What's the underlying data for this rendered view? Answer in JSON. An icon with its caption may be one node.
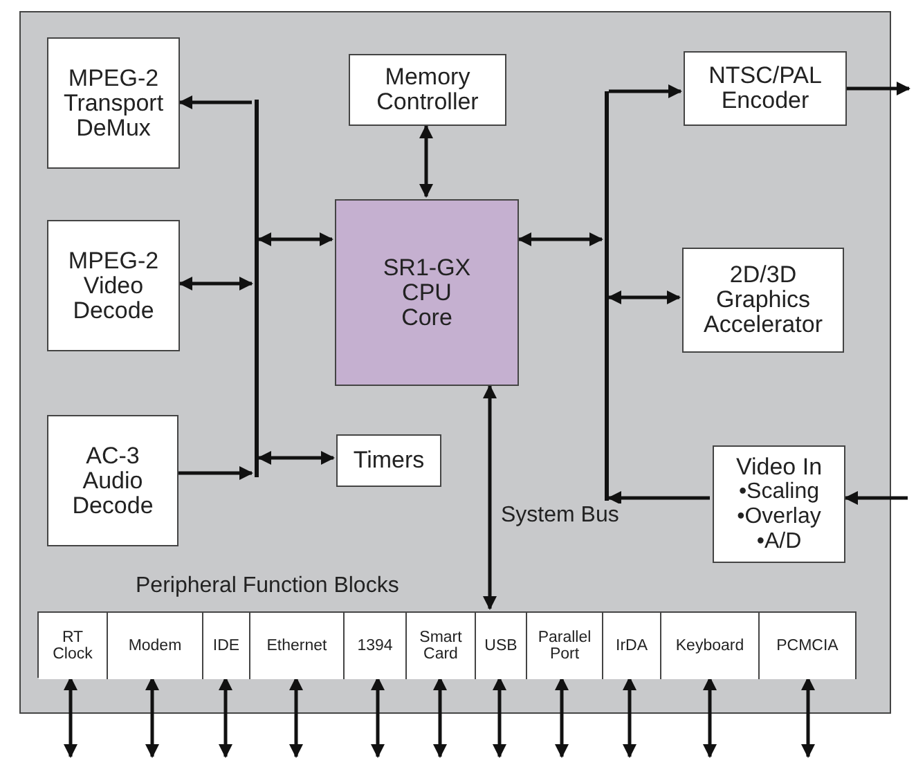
{
  "diagram": {
    "nodes": [
      {
        "text": [],
        "shape": "box"
      },
      {
        "text": [
          "MPEG-2 Transport DeMux"
        ],
        "in": 0
      },
      {
        "text": [
          "Memory Controller"
        ],
        "in": 0
      },
      {
        "text": [
          "NTSC/PAL Encoder"
        ],
        "in": 0
      },
      {
        "text": [
          "MPEG-2 Video Decode"
        ],
        "in": 0
      },
      {
        "text": [],
        "shape": "bar",
        "in": 0
      },
      {
        "text": [
          "SR1-GX CPU Core"
        ],
        "in": 0
      },
      {
        "text": [],
        "shape": "bar",
        "in": 0
      },
      {
        "text": [
          "2D/3D Graphics Accelerator"
        ],
        "in": 0
      },
      {
        "text": [
          "AC-3 Audio Decode"
        ],
        "in": 0
      },
      {
        "text": [
          "Timers"
        ],
        "in": 0
      },
      {
        "text": [
          "Video In",
          "•Scaling",
          "•Overlay",
          "•A/D"
        ],
        "in": 0
      },
      {
        "text": [
          "Peripheral Function Blocks"
        ],
        "in": 0
      },
      {
        "text": [
          "RT Clock"
        ],
        "in": 12
      },
      {
        "text": [
          "Modem"
        ],
        "in": 12
      },
      {
        "text": [
          "IDE"
        ],
        "in": 12
      },
      {
        "text": [
          "Ethernet"
        ],
        "in": 12
      },
      {
        "text": [
          "1394"
        ],
        "in": 12
      },
      {
        "text": [
          "Smart Card"
        ],
        "in": 12
      },
      {
        "text": [
          "USB"
        ],
        "in": 12
      },
      {
        "text": [
          "Parallel Port"
        ],
        "in": 12
      },
      {
        "text": [
          "IrDA"
        ],
        "in": 12
      },
      {
        "text": [
          "Keyboard"
        ],
        "in": 12
      },
      {
        "text": [
          "PCMCIA"
        ],
        "in": 12
      }
    ],
    "edges": [
      {
        "from": 5,
        "to": 1,
        "arrow": "to"
      },
      {
        "from": 2,
        "to": 6,
        "arrow": "both"
      },
      {
        "from": 7,
        "to": 3,
        "arrow": "to"
      },
      {
        "from": 3,
        "to": null,
        "arrow": "to"
      },
      {
        "from": 4,
        "to": 5,
        "arrow": "both"
      },
      {
        "from": 5,
        "to": 6,
        "arrow": "both"
      },
      {
        "from": 6,
        "to": 7,
        "arrow": "both"
      },
      {
        "from": 7,
        "to": 8,
        "arrow": "both"
      },
      {
        "from": 9,
        "to": 5,
        "arrow": "to"
      },
      {
        "from": 5,
        "to": 10,
        "arrow": "both"
      },
      {
        "from": 11,
        "to": 7,
        "arrow": "to"
      },
      {
        "from": null,
        "to": 11,
        "arrow": "to"
      },
      {
        "from": 6,
        "to": 12,
        "arrow": "both",
        "label": "System Bus"
      },
      {
        "from": 13,
        "to": null,
        "arrow": "both"
      },
      {
        "from": 14,
        "to": null,
        "arrow": "both"
      },
      {
        "from": 15,
        "to": null,
        "arrow": "both"
      },
      {
        "from": 16,
        "to": null,
        "arrow": "both"
      },
      {
        "from": 17,
        "to": null,
        "arrow": "both"
      },
      {
        "from": 18,
        "to": null,
        "arrow": "both"
      },
      {
        "from": 19,
        "to": null,
        "arrow": "both"
      },
      {
        "from": 20,
        "to": null,
        "arrow": "both"
      },
      {
        "from": 21,
        "to": null,
        "arrow": "both"
      },
      {
        "from": 22,
        "to": null,
        "arrow": "both"
      },
      {
        "from": 23,
        "to": null,
        "arrow": "both"
      }
    ]
  }
}
